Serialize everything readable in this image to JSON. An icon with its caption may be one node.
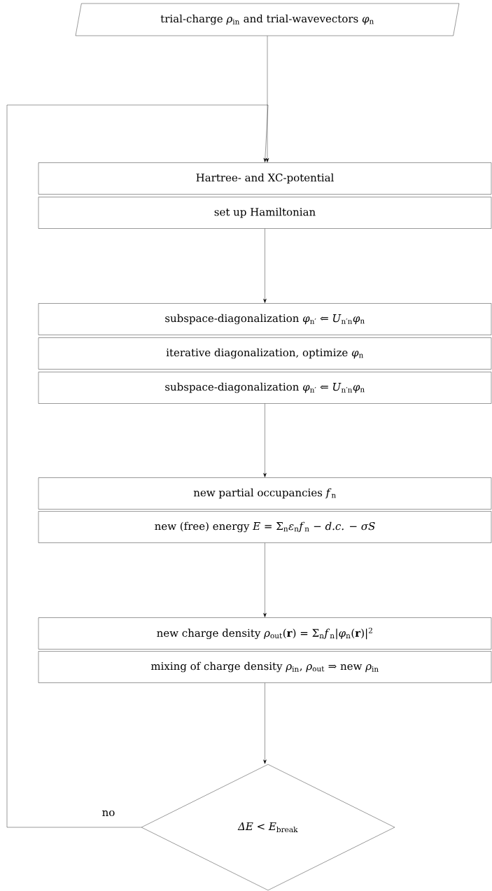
{
  "diagram": {
    "nodes": [
      {
        "text": [
          "trial-charge *ρ*$_{in}$ and trial-wavevectors *φ*$_{n}$"
        ]
      },
      {
        "text": [
          "Hartree- and XC-potential"
        ]
      },
      {
        "text": [
          "set up Hamiltonian"
        ]
      },
      {
        "text": [
          "subspace-diagonalization *φ*$_{n′}$ ⇐ *U*$_{n′n}$*φ*$_{n}$"
        ]
      },
      {
        "text": [
          "iterative diagonalization, optimize *φ*$_{n}$"
        ]
      },
      {
        "text": [
          "subspace-diagonalization *φ*$_{n′}$ ⇐ *U*$_{n′n}$*φ*$_{n}$"
        ]
      },
      {
        "text": [
          "new partial occupancies *f*$_{n}$"
        ]
      },
      {
        "text": [
          "new (free) energy *E* = Σ$_{n}$*ε*$_{n}$*f*$_{n}$ − *d.c.* − *σS*"
        ]
      },
      {
        "text": [
          "new charge density *ρ*$_{out}$(**r**) = Σ$_{n}$*f*$_{n}$|*φ*$_{n}$(**r**)|$^{2}$"
        ]
      },
      {
        "text": [
          "mixing of charge density *ρ*$_{in}$, *ρ*$_{out}$ ⇒ new *ρ*$_{in}$"
        ]
      },
      {
        "text": [
          "*ΔE* < *E*$_{break}$"
        ]
      }
    ],
    "edges": [
      {
        "from": 0,
        "to": 1,
        "arrow": "to"
      },
      {
        "from": 2,
        "to": 3,
        "arrow": "to"
      },
      {
        "from": 5,
        "to": 6,
        "arrow": "to"
      },
      {
        "from": 7,
        "to": 8,
        "arrow": "to"
      },
      {
        "from": 9,
        "to": 10,
        "arrow": "to"
      },
      {
        "from": 10,
        "to": 1,
        "arrow": "to",
        "label": "no"
      }
    ]
  }
}
